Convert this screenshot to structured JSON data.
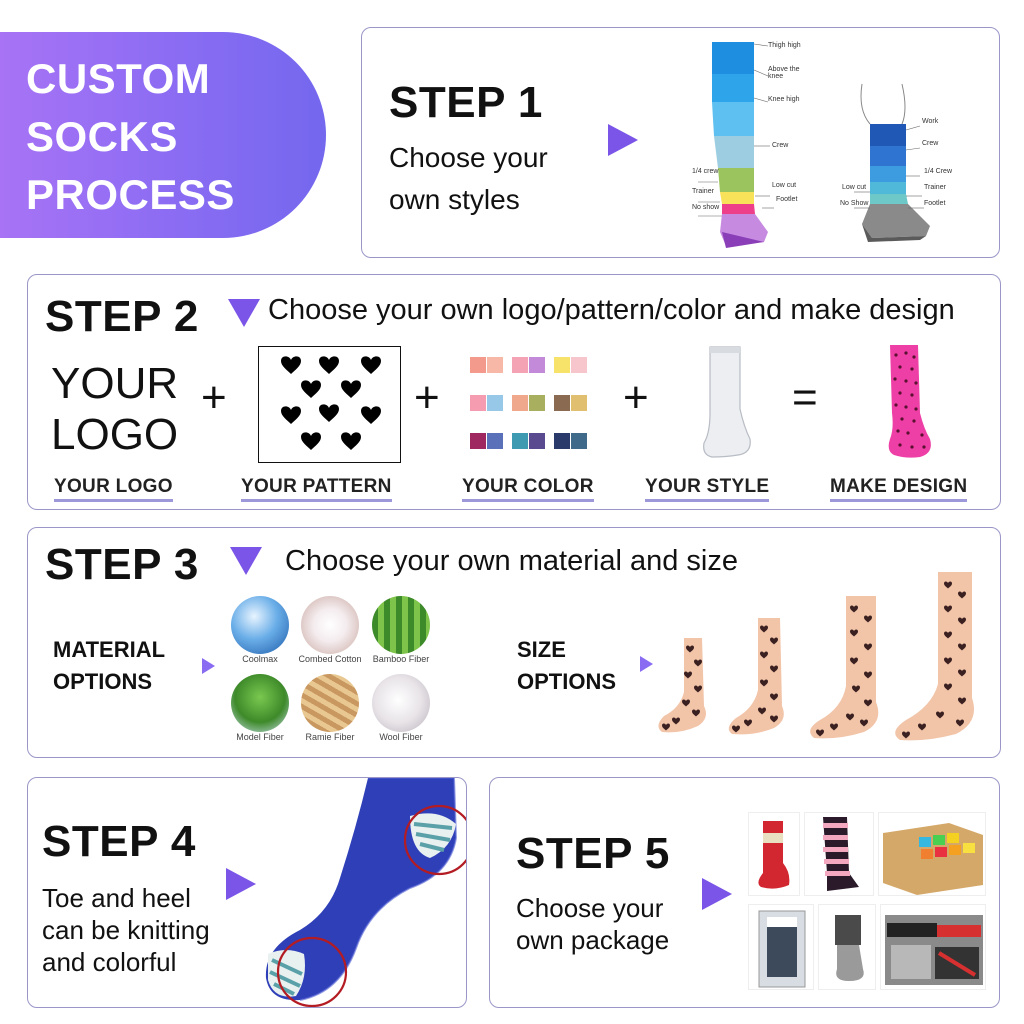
{
  "banner": {
    "lines": [
      "CUSTOM",
      "SOCKS",
      "PROCESS"
    ]
  },
  "step1": {
    "title": "STEP 1",
    "desc_lines": [
      "Choose your",
      "own styles"
    ],
    "left_chart_labels": [
      "Thigh high",
      "Above the knee",
      "Knee high",
      "Crew",
      "1/4 crew",
      "Trainer",
      "No show",
      "Low cut",
      "Footlet"
    ],
    "right_chart_labels": [
      "Work",
      "Crew",
      "1/4 Crew",
      "Low cut",
      "Trainer",
      "No Show",
      "Footlet"
    ]
  },
  "step2": {
    "title": "STEP 2",
    "desc": "Choose your own logo/pattern/color and make design",
    "logo_text": [
      "YOUR",
      "LOGO"
    ],
    "plus": "+",
    "equals": "=",
    "labels": [
      "YOUR LOGO",
      "YOUR PATTERN",
      "YOUR COLOR",
      "YOUR STYLE",
      "MAKE DESIGN"
    ]
  },
  "step3": {
    "title": "STEP 3",
    "desc": "Choose your own material and size",
    "material_label": [
      "MATERIAL",
      "OPTIONS"
    ],
    "size_label": [
      "SIZE",
      "OPTIONS"
    ],
    "materials": [
      "Coolmax",
      "Combed Cotton",
      "Bamboo Fiber",
      "Model Fiber",
      "Ramie Fiber",
      "Wool Fiber"
    ]
  },
  "step4": {
    "title": "STEP 4",
    "desc_lines": [
      "Toe and heel",
      "can be knitting",
      "and colorful"
    ]
  },
  "step5": {
    "title": "STEP 5",
    "desc_lines": [
      "Choose your",
      "own package"
    ]
  },
  "colors": {
    "accent": "#7a55e8",
    "banner_start": "#a873f5",
    "banner_end": "#7468ee",
    "panel_border": "#9a97c8",
    "underline": "#9d98d8",
    "heel_toe_circle": "#b31c22",
    "sock_blue": "#2f3fb8",
    "sock_pink": "#f2c4a8",
    "design_pink": "#ee3fa6"
  }
}
